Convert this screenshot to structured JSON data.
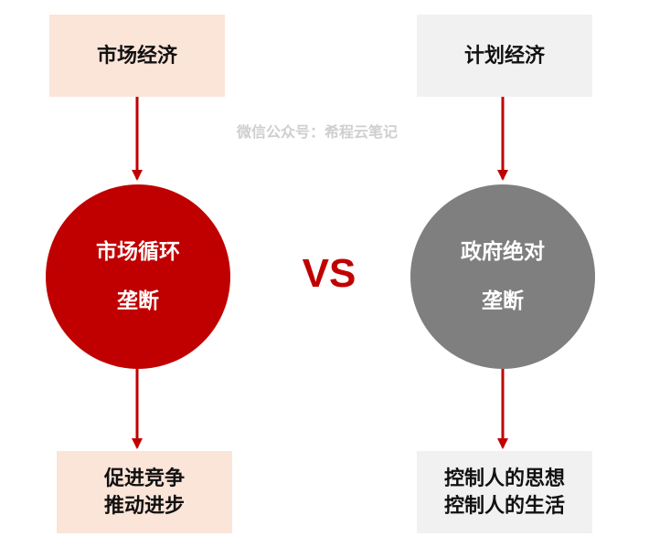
{
  "left": {
    "top_box": "市场经济",
    "circle": [
      "市场循环",
      "垄断"
    ],
    "bottom_box": [
      "促进竞争",
      "推动进步"
    ]
  },
  "right": {
    "top_box": "计划经济",
    "circle": [
      "政府绝对",
      "垄断"
    ],
    "bottom_box": [
      "控制人的思想",
      "控制人的生活"
    ]
  },
  "vs_label": "VS",
  "watermark": "微信公众号：希程云笔记",
  "colors": {
    "arrow": "#c00000",
    "market_circle": "#c00000",
    "plan_circle": "#7f7f7f",
    "market_box": "#fbe4d8",
    "plan_box": "#f1f1f1"
  }
}
